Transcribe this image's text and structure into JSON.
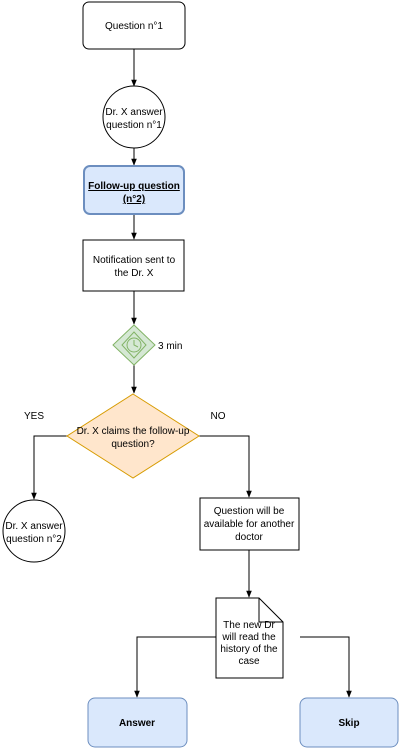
{
  "nodes": {
    "question_1": {
      "lines": [
        "Question n°1"
      ]
    },
    "answer_1": {
      "lines": [
        "Dr. X answer",
        "question n°1"
      ]
    },
    "follow_up": {
      "lines": [
        "Follow-up question",
        "(n°2)"
      ]
    },
    "notification": {
      "lines": [
        "Notification sent to",
        "the Dr. X"
      ]
    },
    "timer": {
      "label": "3 min"
    },
    "decision": {
      "lines": [
        "Dr. X claims the follow-up",
        "question?"
      ]
    },
    "answer_2": {
      "lines": [
        "Dr. X answer",
        "question n°2"
      ]
    },
    "available": {
      "lines": [
        "Question will be",
        "available for another",
        "doctor"
      ]
    },
    "history": {
      "lines": [
        "The new Dr",
        "will read the",
        "history of the",
        "case"
      ]
    },
    "answer_btn": {
      "lines": [
        "Answer"
      ]
    },
    "skip_btn": {
      "lines": [
        "Skip"
      ]
    }
  },
  "edge_labels": {
    "yes": "YES",
    "no": "NO"
  },
  "colors": {
    "stroke": "#000000",
    "highlight_fill": "#dae8fc",
    "highlight_stroke": "#6c8ebf",
    "decision_fill": "#ffe6cc",
    "decision_stroke": "#d79b00",
    "timer_fill": "#d5e8d4",
    "timer_stroke": "#82b366"
  }
}
